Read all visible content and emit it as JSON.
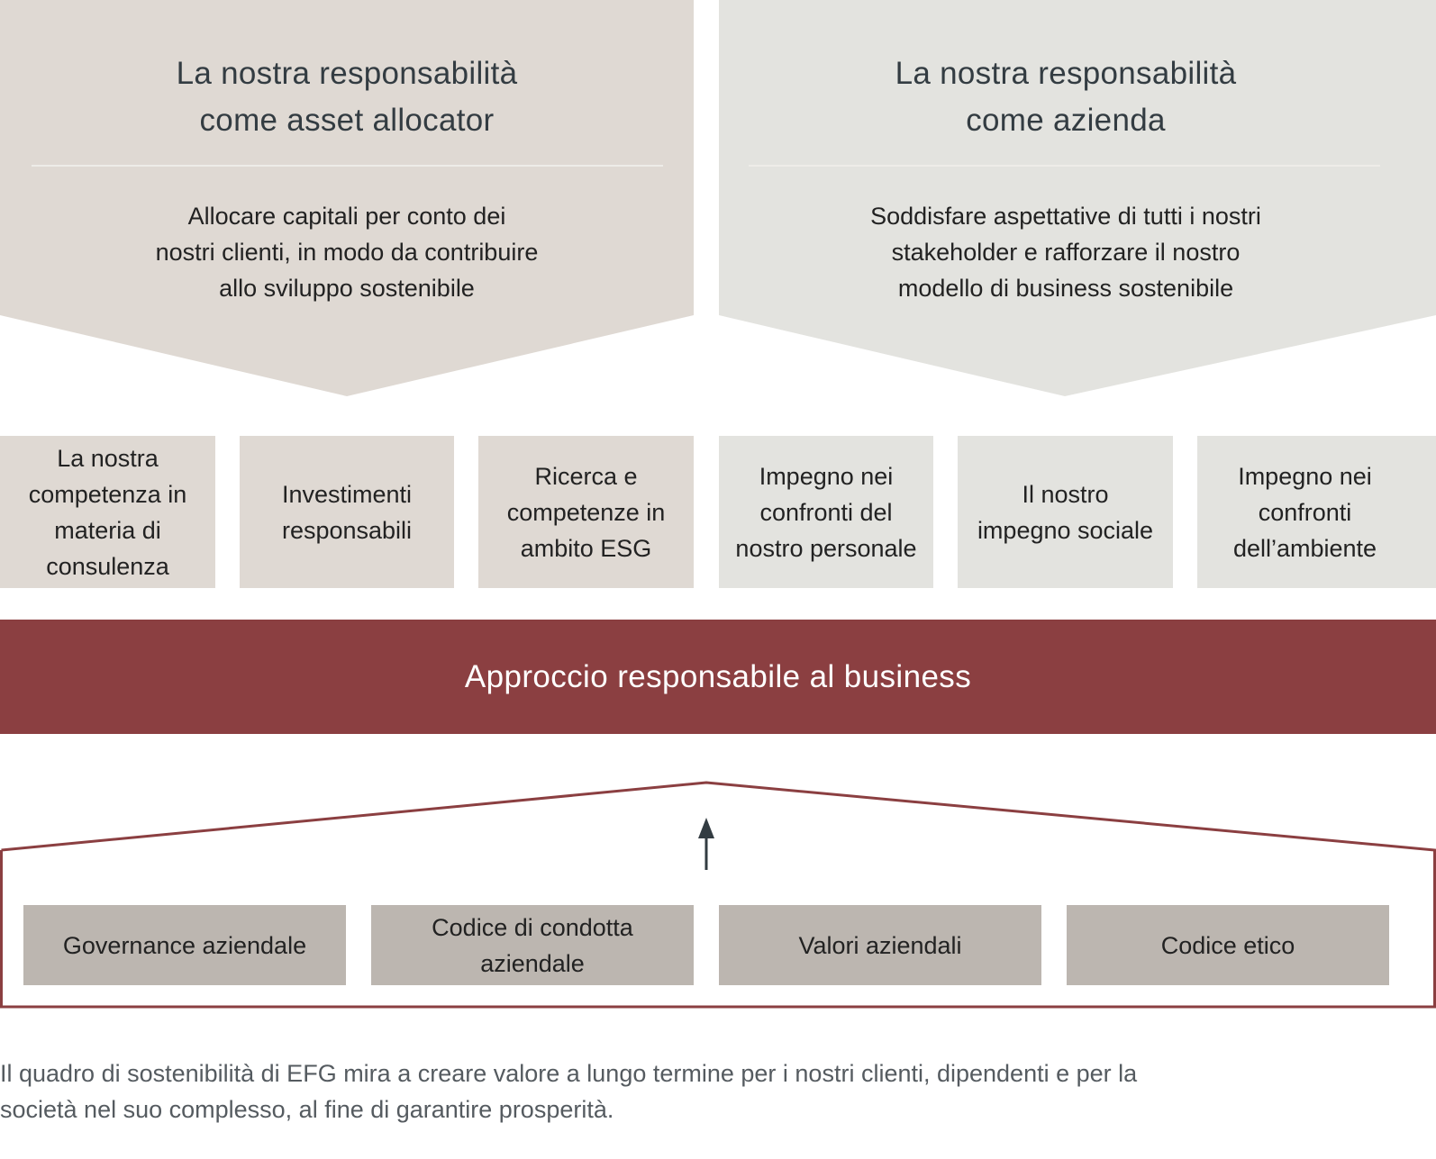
{
  "colors": {
    "chevron_left_bg": "#dfd9d3",
    "chevron_right_bg": "#e3e3df",
    "band_bg": "#8b3f41",
    "band_text": "#ffffff",
    "foundation_bg": "#bcb6b0",
    "house_outline": "#8b3f41",
    "arrow": "#333c42",
    "title_text": "#333c42",
    "body_text": "#222222",
    "caption_text": "#555b60"
  },
  "responsibilities": [
    {
      "title_line1": "La nostra responsabilità",
      "title_line2": "come asset allocator",
      "desc_line1": "Allocare capitali per conto dei",
      "desc_line2": "nostri clienti, in modo da contribuire",
      "desc_line3": "allo sviluppo sostenibile"
    },
    {
      "title_line1": "La nostra responsabilità",
      "title_line2": "come azienda",
      "desc_line1": "Soddisfare aspettative di tutti i nostri",
      "desc_line2": "stakeholder e rafforzare il nostro",
      "desc_line3": "modello di business sostenibile"
    }
  ],
  "pillars": [
    {
      "lines": [
        "La nostra",
        "competenza in",
        "materia di",
        "consulenza"
      ]
    },
    {
      "lines": [
        "Investimenti",
        "responsabili"
      ]
    },
    {
      "lines": [
        "Ricerca e",
        "competenze in",
        "ambito ESG"
      ]
    },
    {
      "lines": [
        "Impegno nei",
        "confronti del",
        "nostro personale"
      ]
    },
    {
      "lines": [
        "Il nostro",
        "impegno sociale"
      ]
    },
    {
      "lines": [
        "Impegno nei",
        "confronti",
        "dell’ambiente"
      ]
    }
  ],
  "band": {
    "label": "Approccio responsabile al business"
  },
  "foundations": [
    {
      "lines": [
        "Governance aziendale"
      ]
    },
    {
      "lines": [
        "Codice di condotta",
        "aziendale"
      ]
    },
    {
      "lines": [
        "Valori aziendali"
      ]
    },
    {
      "lines": [
        "Codice etico"
      ]
    }
  ],
  "icons": {
    "arrow": "arrow-up-icon"
  },
  "caption": {
    "line1": "Il quadro di sostenibilità di EFG mira a creare valore a lungo termine per i nostri clienti, dipendenti e per la",
    "line2": "società nel suo complesso, al fine di garantire prosperità."
  }
}
